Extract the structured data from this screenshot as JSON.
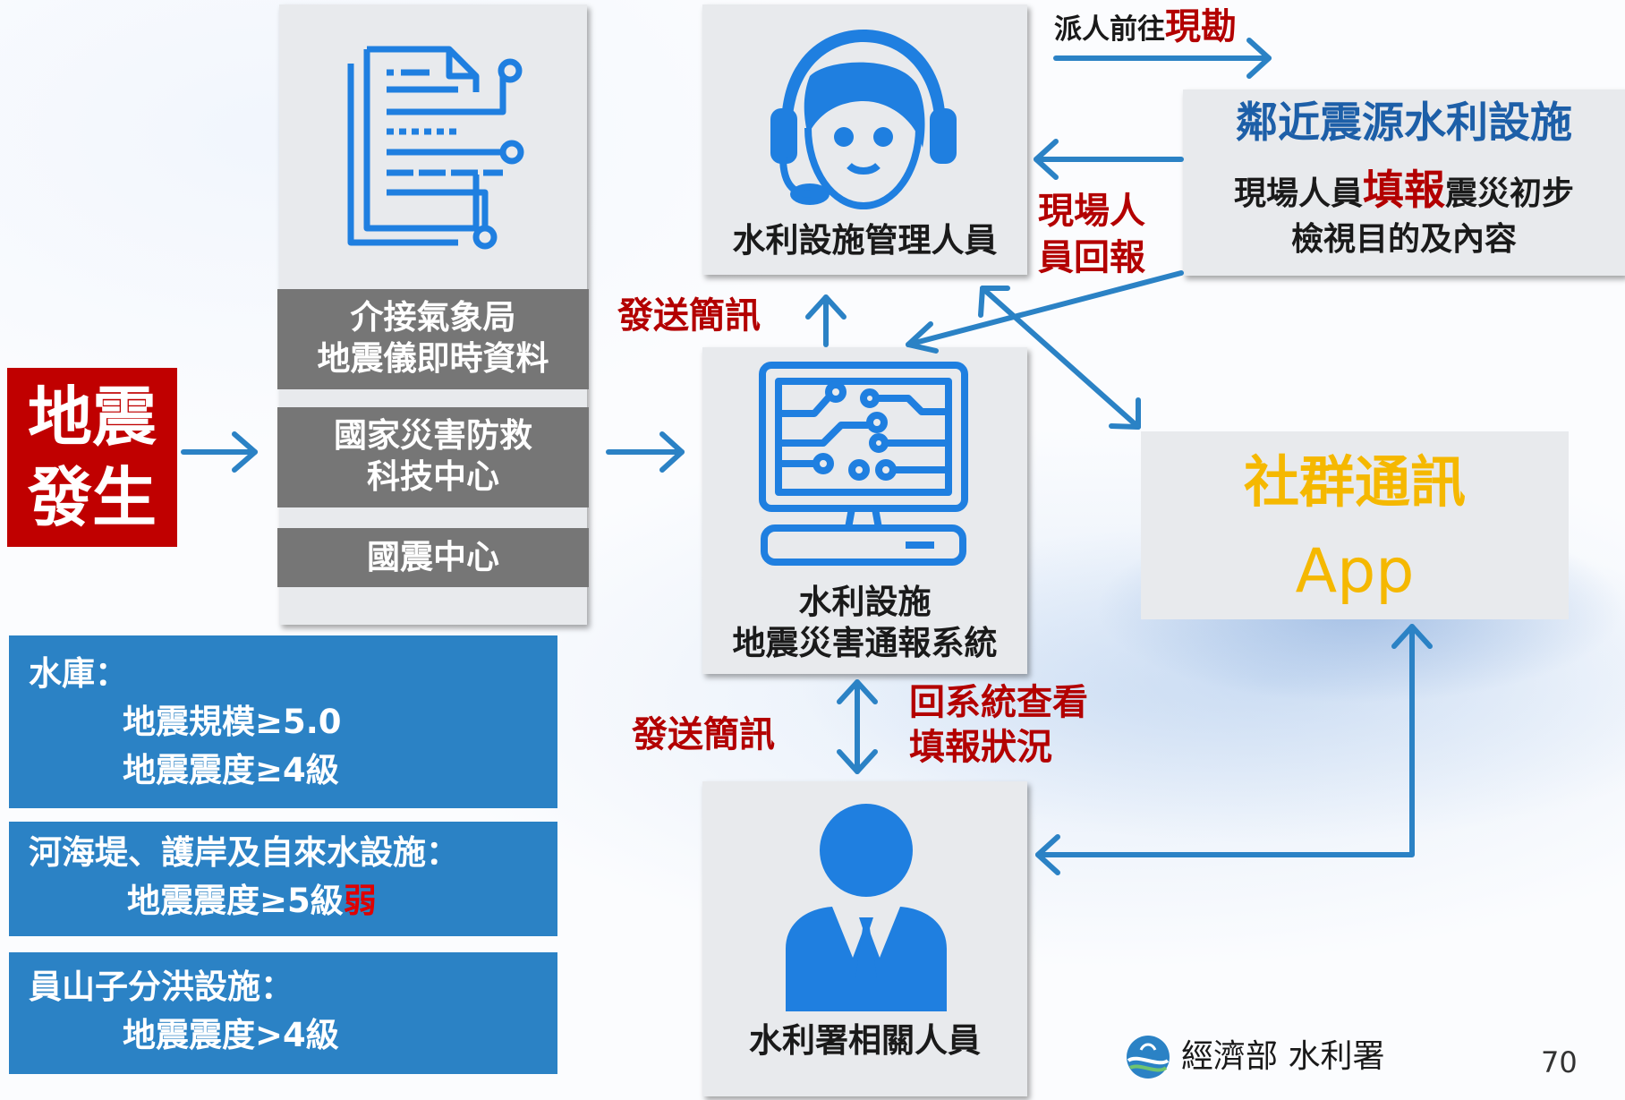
{
  "colors": {
    "blue": "#2b82c5",
    "icon_blue": "#1f7fe0",
    "grey_label": "#767676",
    "card": "#e8eaed",
    "red": "#b30000",
    "yellow": "#f5b800"
  },
  "earthquake": {
    "line1": "地震",
    "line2": "發生"
  },
  "sources": {
    "icon": "document-network-icon",
    "items": [
      {
        "line1": "介接氣象局",
        "line2": "地震儀即時資料"
      },
      {
        "line1": "國家災害防救",
        "line2": "科技中心"
      },
      {
        "line1": "國震中心",
        "line2": ""
      }
    ]
  },
  "manager": {
    "icon": "headset-agent-icon",
    "label": "水利設施管理人員"
  },
  "system": {
    "icon": "circuit-monitor-icon",
    "line1": "水利設施",
    "line2": "地震災害通報系統"
  },
  "staff": {
    "icon": "businessman-icon",
    "label": "水利署相關人員"
  },
  "facility": {
    "title": "鄰近震源水利設施",
    "line1_pre": "現場人員",
    "line1_hl": "填報",
    "line1_post": "震災初步",
    "line2": "檢視目的及內容"
  },
  "app": {
    "line1": "社群通訊",
    "line2": "App"
  },
  "annotations": {
    "dispatch_pre": "派人前往",
    "dispatch_hl": "現勘",
    "onsite_line1": "現場人",
    "onsite_line2": "員回報",
    "sms_top": "發送簡訊",
    "sms_bottom": "發送簡訊",
    "check_line1": "回系統查看",
    "check_line2": "填報狀況"
  },
  "criteria": [
    {
      "title": "水庫：",
      "lines": [
        "地震規模≥5.0",
        "地震震度≥4級"
      ]
    },
    {
      "title": "河海堤、護岸及自來水設施：",
      "line_pre": "地震震度≥5級",
      "line_hl": "弱"
    },
    {
      "title": "員山子分洪設施：",
      "lines": [
        "地震震度>4級"
      ]
    }
  ],
  "footer": {
    "logo_text": "經濟部 水利署",
    "page_number": "70"
  }
}
